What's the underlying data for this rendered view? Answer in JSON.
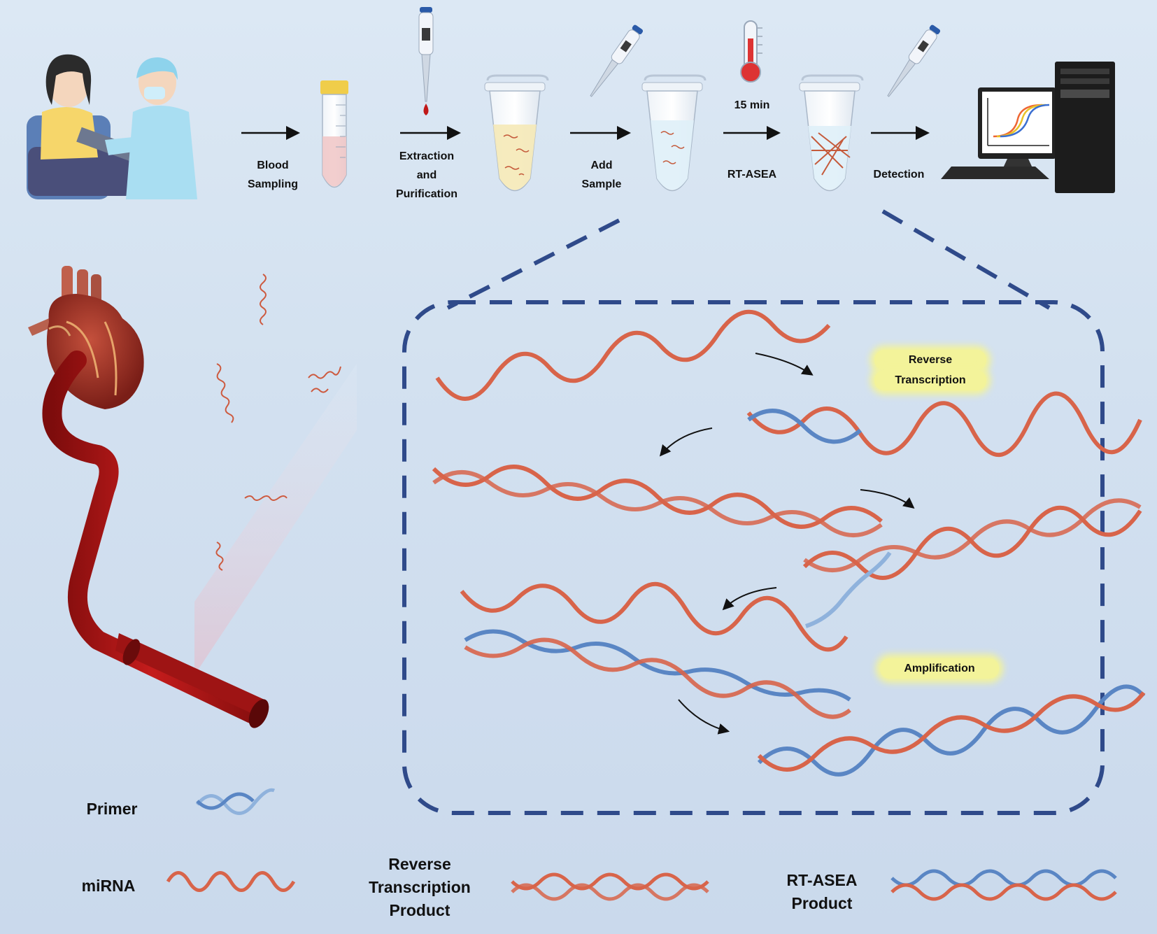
{
  "steps": {
    "blood_sampling": [
      "Blood",
      "Sampling"
    ],
    "extraction": [
      "Extraction",
      "and",
      "Purification"
    ],
    "add_sample": [
      "Add",
      "Sample"
    ],
    "time": "15 min",
    "rt_asea": "RT-ASEA",
    "detection": "Detection"
  },
  "stages": {
    "reverse_transcription": [
      "Reverse",
      "Transcription"
    ],
    "amplification": "Amplification"
  },
  "legend": {
    "primer": "Primer",
    "mirna": "miRNA",
    "rt_product": [
      "Reverse",
      "Transcription",
      "Product"
    ],
    "rtasea_product": [
      "RT-ASEA",
      "Product"
    ]
  },
  "colors": {
    "background": "#d6e3f1",
    "mirna_strand": "#d8644a",
    "primer_strand": "#5a86c4",
    "dashed_box": "#2f4a8a",
    "blood": "#b41818",
    "highlight": "#f3f39a"
  }
}
